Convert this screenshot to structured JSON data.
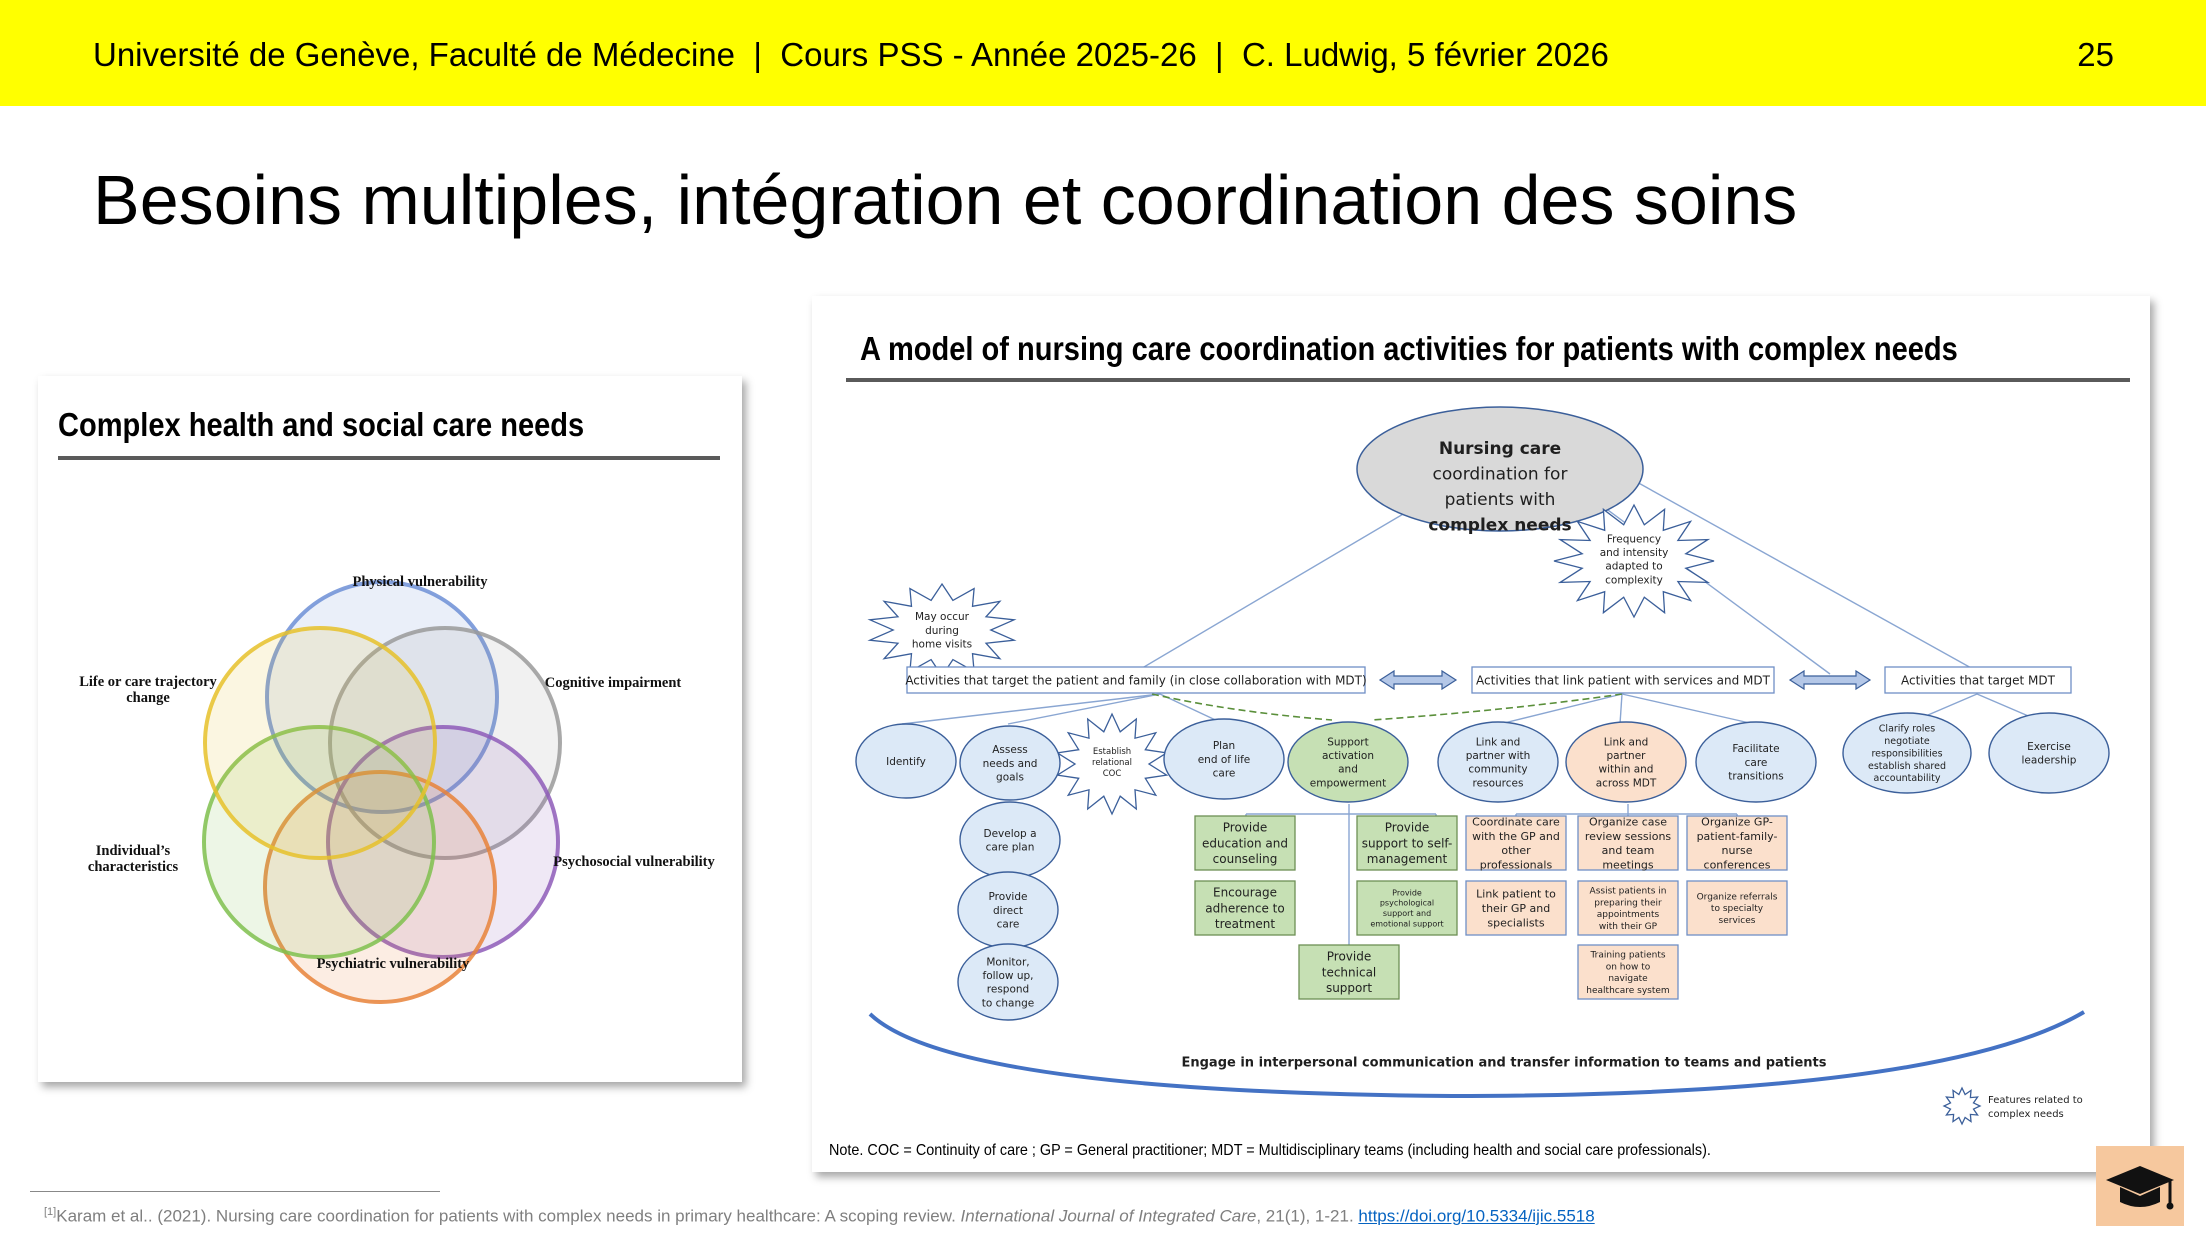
{
  "header": {
    "text": "Université de Genève, Faculté de Médecine  |  Cours PSS - Année 2025-26  |  C. Ludwig, 5 février 2026",
    "page_number": "25"
  },
  "slide_title": "Besoins multiples, intégration et coordination des soins",
  "left_figure": {
    "title": "Complex health and social care needs",
    "labels": {
      "physical": "Physical vulnerability",
      "cognitive": "Cognitive impairment",
      "psychosocial": "Psychosocial vulnerability",
      "psychiatric": "Psychiatric vulnerability",
      "individual": "Individual’s characteristics",
      "life": "Life or care trajectory change"
    },
    "colors": [
      "#6d8fd6",
      "#9a9a9a",
      "#8e5cb8",
      "#e8833a",
      "#7fbf4e",
      "#e6c12a"
    ]
  },
  "right_figure": {
    "title": "A model of nursing care coordination activities for patients with complex needs",
    "top_node": [
      "Nursing care",
      "coordination for",
      "patients with",
      "complex needs"
    ],
    "stars": {
      "frequency": [
        "Frequency",
        "and intensity",
        "adapted to",
        "complexity"
      ],
      "home": [
        "May occur",
        "during",
        "home visits"
      ],
      "coc": [
        "Establish",
        "relational",
        "COC"
      ]
    },
    "categories": [
      "Activities that target the patient and family (in close collaboration with MDT)",
      "Activities that link patient with services and MDT",
      "Activities that target MDT"
    ],
    "patient_nodes": [
      [
        "Identify"
      ],
      [
        "Assess",
        "needs and",
        "goals"
      ],
      [
        "Plan",
        "end of life",
        "care"
      ],
      [
        "Support",
        "activation",
        "and",
        "empowerment"
      ]
    ],
    "assess_chain": [
      [
        "Develop a",
        "care plan"
      ],
      [
        "Provide",
        "direct",
        "care"
      ],
      [
        "Monitor,",
        "follow up,",
        "respond",
        "to change"
      ]
    ],
    "link_nodes": [
      [
        "Link and",
        "partner with",
        "community",
        "resources"
      ],
      [
        "Link and",
        "partner",
        "within and",
        "across MDT"
      ],
      [
        "Facilitate",
        "care",
        "transitions"
      ]
    ],
    "mdt_nodes": [
      [
        "Clarify roles",
        "negotiate",
        "responsibilities",
        "establish shared",
        "accountability"
      ],
      [
        "Exercise",
        "leadership"
      ]
    ],
    "green_boxes": [
      [
        "Provide",
        "education and",
        "counseling"
      ],
      [
        "Provide",
        "support to self-",
        "management"
      ],
      [
        "Encourage",
        "adherence to",
        "treatment"
      ],
      [
        "Provide",
        "psychological",
        "support and",
        "emotional support"
      ],
      [
        "Provide",
        "technical",
        "support"
      ]
    ],
    "peach_boxes": [
      [
        "Coordinate care",
        "with the GP and",
        "other",
        "professionals"
      ],
      [
        "Organize case",
        "review sessions",
        "and team",
        "meetings"
      ],
      [
        "Organize GP-",
        "patient-family-",
        "nurse",
        "conferences"
      ],
      [
        "Link patient to",
        "their GP and",
        "specialists"
      ],
      [
        "Assist patients in",
        "preparing their",
        "appointments",
        "with their GP"
      ],
      [
        "Organize referrals",
        "to specialty",
        "services"
      ],
      [
        "Training patients",
        "on how to",
        "navigate",
        "healthcare system"
      ]
    ],
    "engage_text": "Engage in interpersonal communication and transfer information to teams and patients",
    "legend": [
      "Features related to",
      "complex needs"
    ],
    "note": "Note. COC = Continuity of care ; GP = General practitioner; MDT = Multidisciplinary teams (including health and social care professionals)."
  },
  "footnote": {
    "marker": "[1]",
    "text": "Karam et al.. (2021). Nursing care coordination for patients with complex needs in primary healthcare: A scoping review. ",
    "journal": "International Journal of Integrated Care",
    "details": ", 21(1), 1-21. ",
    "link": "https://doi.org/10.5334/ijic.5518"
  }
}
